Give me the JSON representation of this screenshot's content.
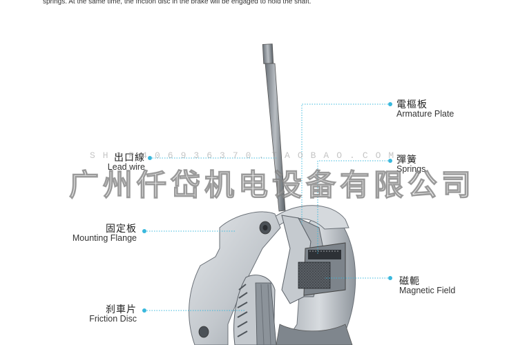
{
  "intro_text": "springs. At the same time, the friction disc in the brake will be engaged to hold the shaft.",
  "labels": {
    "armature": {
      "zh": "電樞板",
      "en": "Armature Plate"
    },
    "springs": {
      "zh": "彈簧",
      "en": "Springs"
    },
    "lead_wire": {
      "zh": "出口線",
      "en": "Lead wire"
    },
    "mounting": {
      "zh": "固定板",
      "en": "Mounting Flange"
    },
    "magnetic": {
      "zh": "磁軛",
      "en": "Magnetic Field"
    },
    "friction": {
      "zh": "刹車片",
      "en": "Friction Disc"
    }
  },
  "watermark": {
    "url": "SHOP406936370.TAOBAO.COM",
    "company": "广州仟岱机电设备有限公司"
  },
  "colors": {
    "leader_line": "#39b8dd",
    "body_metal": "#c9ced3",
    "dark_metal": "#5d6670"
  }
}
